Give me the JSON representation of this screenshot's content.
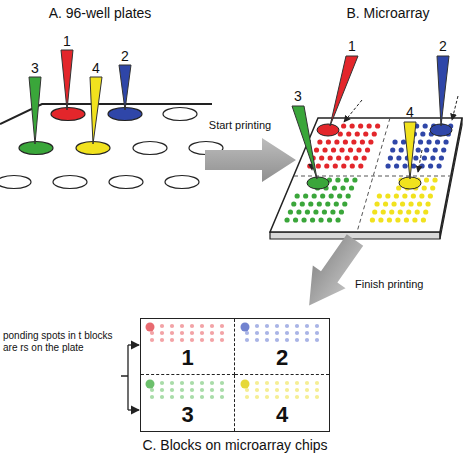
{
  "diagram": {
    "nodes": [
      {
        "text": [
          "C. Blocks on microarray chips"
        ]
      },
      {
        "text": [
          "1"
        ],
        "in": 0
      },
      {
        "text": [
          "2"
        ],
        "in": 0
      },
      {
        "text": [
          "3"
        ],
        "in": 0
      },
      {
        "text": [
          "4"
        ],
        "in": 0
      }
    ],
    "labels": [
      "A. 96-well plates",
      "B. Microarray",
      "Start printing",
      "Finish printing",
      "1",
      "2",
      "3",
      "4",
      "1",
      "2",
      "3",
      "4",
      "ponding spots in t blocks are rs on the plate"
    ]
  }
}
